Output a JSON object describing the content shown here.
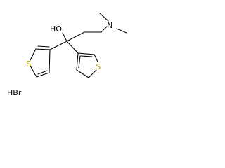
{
  "molecule": {
    "atom_labels": {
      "hydroxyl": "HO",
      "amine_nitrogen": "N",
      "sulfur_left": "S",
      "sulfur_right": "S"
    },
    "salt": "HBr",
    "colors": {
      "bond": "#000000",
      "sulfur": "#b8a000",
      "nitrogen": "#000000",
      "oxygen": "#000000"
    }
  }
}
